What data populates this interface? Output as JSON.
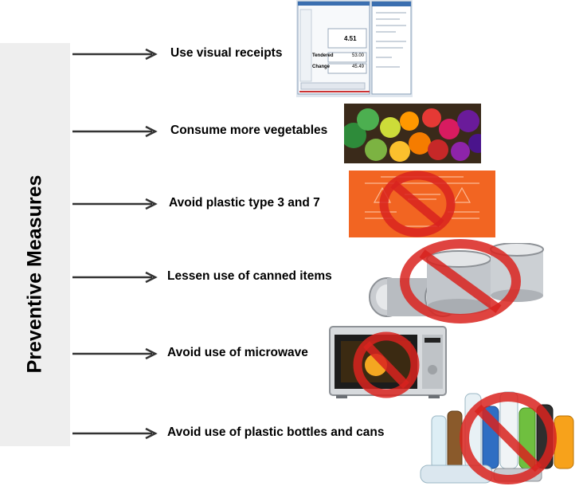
{
  "sidebar": {
    "title": "Preventive Measures"
  },
  "measures": [
    {
      "label": "Use visual receipts"
    },
    {
      "label": "Consume more vegetables"
    },
    {
      "label": "Avoid plastic type 3 and 7"
    },
    {
      "label": "Lessen use of canned items"
    },
    {
      "label": "Avoid use of microwave"
    },
    {
      "label": "Avoid use of plastic bottles and  cans"
    }
  ],
  "receipt_screen": {
    "amount": "4.51",
    "tendered_label": "Tendered",
    "tendered_value": "53.00",
    "change_label": "Change",
    "change_value": "45.49"
  },
  "colors": {
    "prohibition_red": "#d9231f",
    "plastics_orange": "#f26522",
    "arrow": "#333333"
  }
}
